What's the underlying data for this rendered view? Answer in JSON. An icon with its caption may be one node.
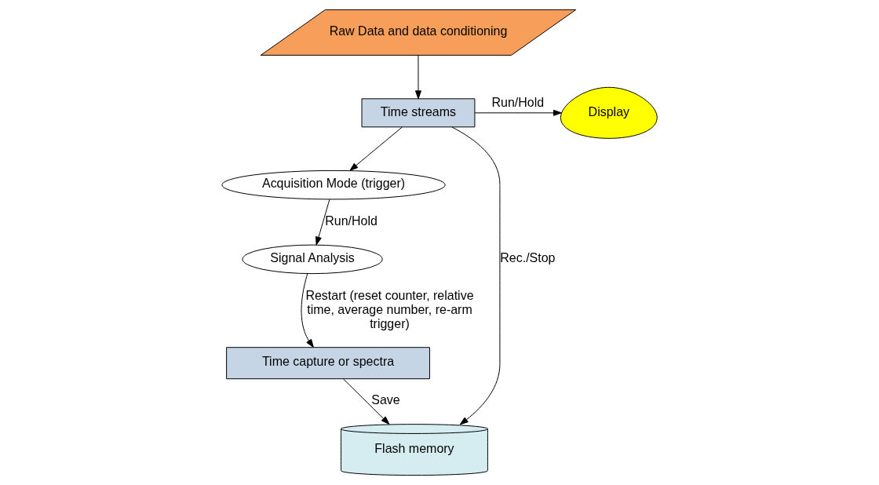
{
  "diagram": {
    "nodes": [
      {
        "text": [
          "Raw Data and data conditioning"
        ]
      },
      {
        "text": [
          "Time streams"
        ]
      },
      {
        "text": [
          "Display"
        ]
      },
      {
        "text": [
          "Acquisition Mode (trigger)"
        ]
      },
      {
        "text": [
          "Flash memory"
        ]
      },
      {
        "text": [
          "Signal Analysis"
        ]
      },
      {
        "text": [
          "Time capture or spectra"
        ]
      }
    ],
    "edges": [
      {
        "from": 0,
        "to": 1,
        "arrow": "to"
      },
      {
        "from": 1,
        "to": 2,
        "arrow": "to",
        "label": "Run/Hold"
      },
      {
        "from": 1,
        "to": 3,
        "arrow": "to"
      },
      {
        "from": 1,
        "to": 4,
        "arrow": "to",
        "label": "Rec./Stop"
      },
      {
        "from": 3,
        "to": 5,
        "arrow": "to",
        "label": "Run/Hold"
      },
      {
        "from": 5,
        "to": 6,
        "arrow": "to",
        "label": "Restart (reset counter, relative time, average number, re-arm trigger)"
      },
      {
        "from": 6,
        "to": 4,
        "arrow": "to",
        "label": "Save"
      }
    ]
  }
}
